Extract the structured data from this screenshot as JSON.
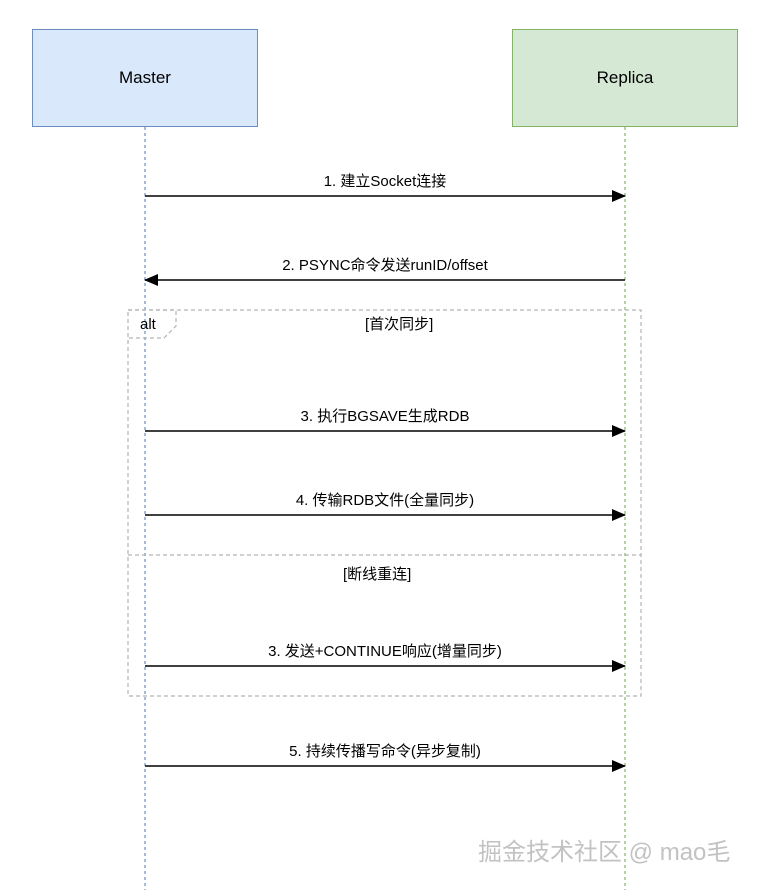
{
  "participants": {
    "master": {
      "label": "Master",
      "fill": "#dae8fc",
      "stroke": "#6c8ebf"
    },
    "replica": {
      "label": "Replica",
      "fill": "#d5e8d4",
      "stroke": "#82b366"
    }
  },
  "messages": [
    {
      "id": "m1",
      "label": "1. 建立Socket连接",
      "from": "master",
      "to": "replica"
    },
    {
      "id": "m2",
      "label": "2. PSYNC命令发送runID/offset",
      "from": "replica",
      "to": "master"
    },
    {
      "id": "m3",
      "label": "3. 执行BGSAVE生成RDB",
      "from": "master",
      "to": "replica"
    },
    {
      "id": "m4",
      "label": "4. 传输RDB文件(全量同步)",
      "from": "master",
      "to": "replica"
    },
    {
      "id": "m5",
      "label": "3. 发送+CONTINUE响应(增量同步)",
      "from": "master",
      "to": "replica"
    },
    {
      "id": "m6",
      "label": "5. 持续传播写命令(异步复制)",
      "from": "master",
      "to": "replica"
    }
  ],
  "alt_frame": {
    "tag": "alt",
    "guard_first": "[首次同步]",
    "guard_second": "[断线重连]"
  },
  "watermark": "掘金技术社区 @ mao毛"
}
